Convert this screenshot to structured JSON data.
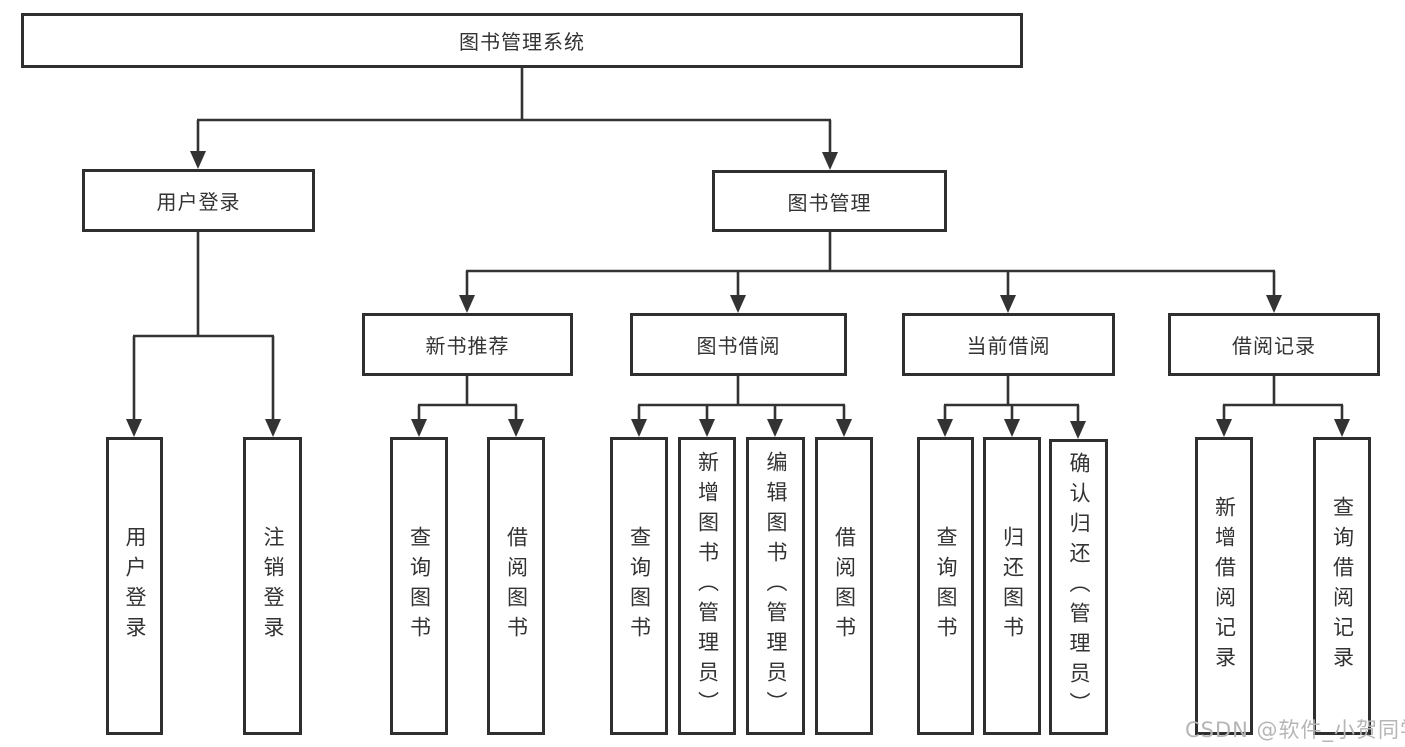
{
  "diagram": {
    "root": {
      "label": "图书管理系统"
    },
    "level2": [
      {
        "id": "user-login",
        "label": "用户登录"
      },
      {
        "id": "book-management",
        "label": "图书管理"
      }
    ],
    "level3": [
      {
        "id": "new-book-recommend",
        "label": "新书推荐"
      },
      {
        "id": "book-borrowing",
        "label": "图书借阅"
      },
      {
        "id": "current-borrowing",
        "label": "当前借阅"
      },
      {
        "id": "borrowing-records",
        "label": "借阅记录"
      }
    ],
    "leaves": [
      {
        "id": "user-login-action",
        "parent": "用户登录",
        "label": "用户登录"
      },
      {
        "id": "logout-action",
        "parent": "用户登录",
        "label": "注销登录"
      },
      {
        "id": "query-books-recommend",
        "parent": "新书推荐",
        "label": "查询图书"
      },
      {
        "id": "borrow-books-recommend",
        "parent": "新书推荐",
        "label": "借阅图书"
      },
      {
        "id": "query-books-borrowing",
        "parent": "图书借阅",
        "label": "查询图书"
      },
      {
        "id": "add-books-admin",
        "parent": "图书借阅",
        "label": "新增图书（管理员）"
      },
      {
        "id": "edit-books-admin",
        "parent": "图书借阅",
        "label": "编辑图书（管理员）"
      },
      {
        "id": "borrow-books-borrowing",
        "parent": "图书借阅",
        "label": "借阅图书"
      },
      {
        "id": "query-books-current",
        "parent": "当前借阅",
        "label": "查询图书"
      },
      {
        "id": "return-books",
        "parent": "当前借阅",
        "label": "归还图书"
      },
      {
        "id": "confirm-return-admin",
        "parent": "当前借阅",
        "label": "确认归还（管理员）"
      },
      {
        "id": "add-borrow-record",
        "parent": "借阅记录",
        "label": "新增借阅记录"
      },
      {
        "id": "query-borrow-record",
        "parent": "借阅记录",
        "label": "查询借阅记录"
      }
    ]
  },
  "watermark": {
    "text": "CSDN @软件_小贺同学"
  },
  "colors": {
    "border": "#2f2f2f",
    "line": "#333333",
    "text": "#333333",
    "watermark": "#b6b6b6",
    "background": "#ffffff"
  }
}
